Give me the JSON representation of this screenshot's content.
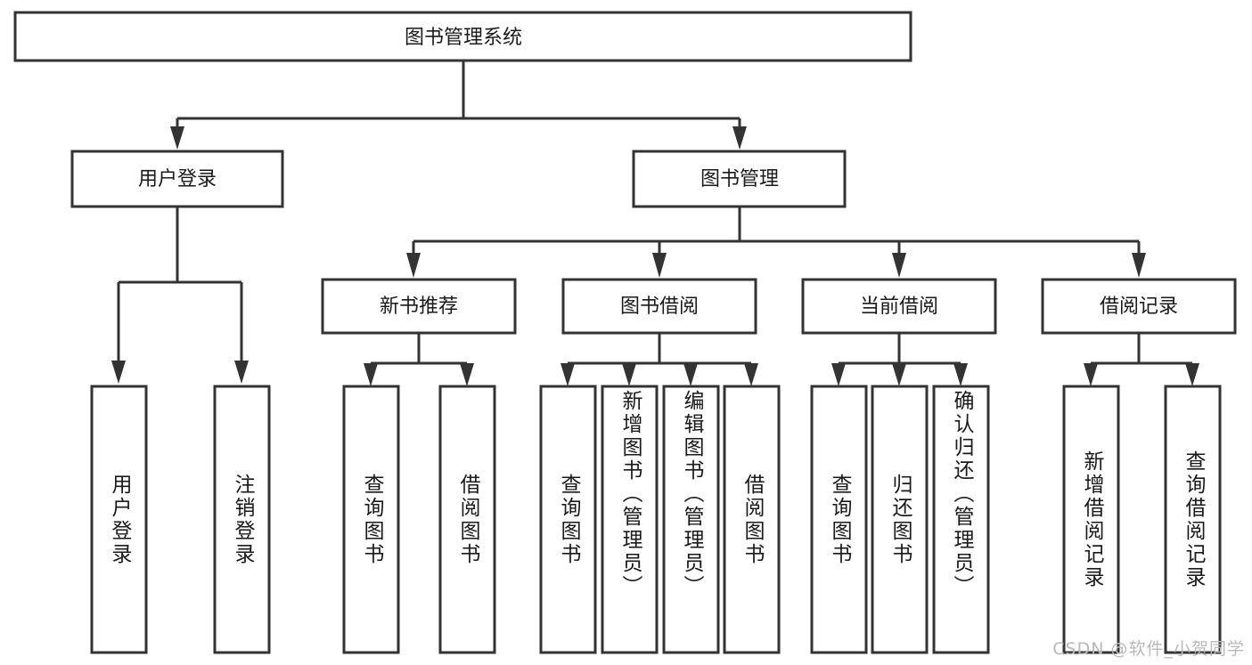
{
  "diagram": {
    "type": "tree",
    "title": "图书管理系统",
    "watermark": "CSDN @软件_小贺同学",
    "colors": {
      "stroke": "#333333",
      "fill": "#ffffff",
      "text": "#1a1a1a",
      "watermark": "#b9b9b9"
    },
    "nodes": {
      "root": {
        "label": "图书管理系统"
      },
      "level2": [
        {
          "id": "user-login",
          "label": "用户登录"
        },
        {
          "id": "book-manage",
          "label": "图书管理"
        }
      ],
      "level3": [
        {
          "id": "new-book-rec",
          "label": "新书推荐"
        },
        {
          "id": "book-borrow",
          "label": "图书借阅"
        },
        {
          "id": "current-borrow",
          "label": "当前借阅"
        },
        {
          "id": "borrow-record",
          "label": "借阅记录"
        }
      ],
      "leaves": {
        "user-login": [
          {
            "id": "leaf-user-login",
            "label": "用户登录"
          },
          {
            "id": "leaf-logout",
            "label": "注销登录"
          }
        ],
        "new-book-rec": [
          {
            "id": "leaf-query-book-1",
            "label": "查询图书"
          },
          {
            "id": "leaf-borrow-book-1",
            "label": "借阅图书"
          }
        ],
        "book-borrow": [
          {
            "id": "leaf-query-book-2",
            "label": "查询图书"
          },
          {
            "id": "leaf-add-book",
            "label": "新增图书（管理员）"
          },
          {
            "id": "leaf-edit-book",
            "label": "编辑图书（管理员）"
          },
          {
            "id": "leaf-borrow-book-2",
            "label": "借阅图书"
          }
        ],
        "current-borrow": [
          {
            "id": "leaf-query-book-3",
            "label": "查询图书"
          },
          {
            "id": "leaf-return-book",
            "label": "归还图书"
          },
          {
            "id": "leaf-confirm-return",
            "label": "确认归还（管理员）"
          }
        ],
        "borrow-record": [
          {
            "id": "leaf-add-record",
            "label": "新增借阅记录"
          },
          {
            "id": "leaf-query-record",
            "label": "查询借阅记录"
          }
        ]
      }
    }
  }
}
